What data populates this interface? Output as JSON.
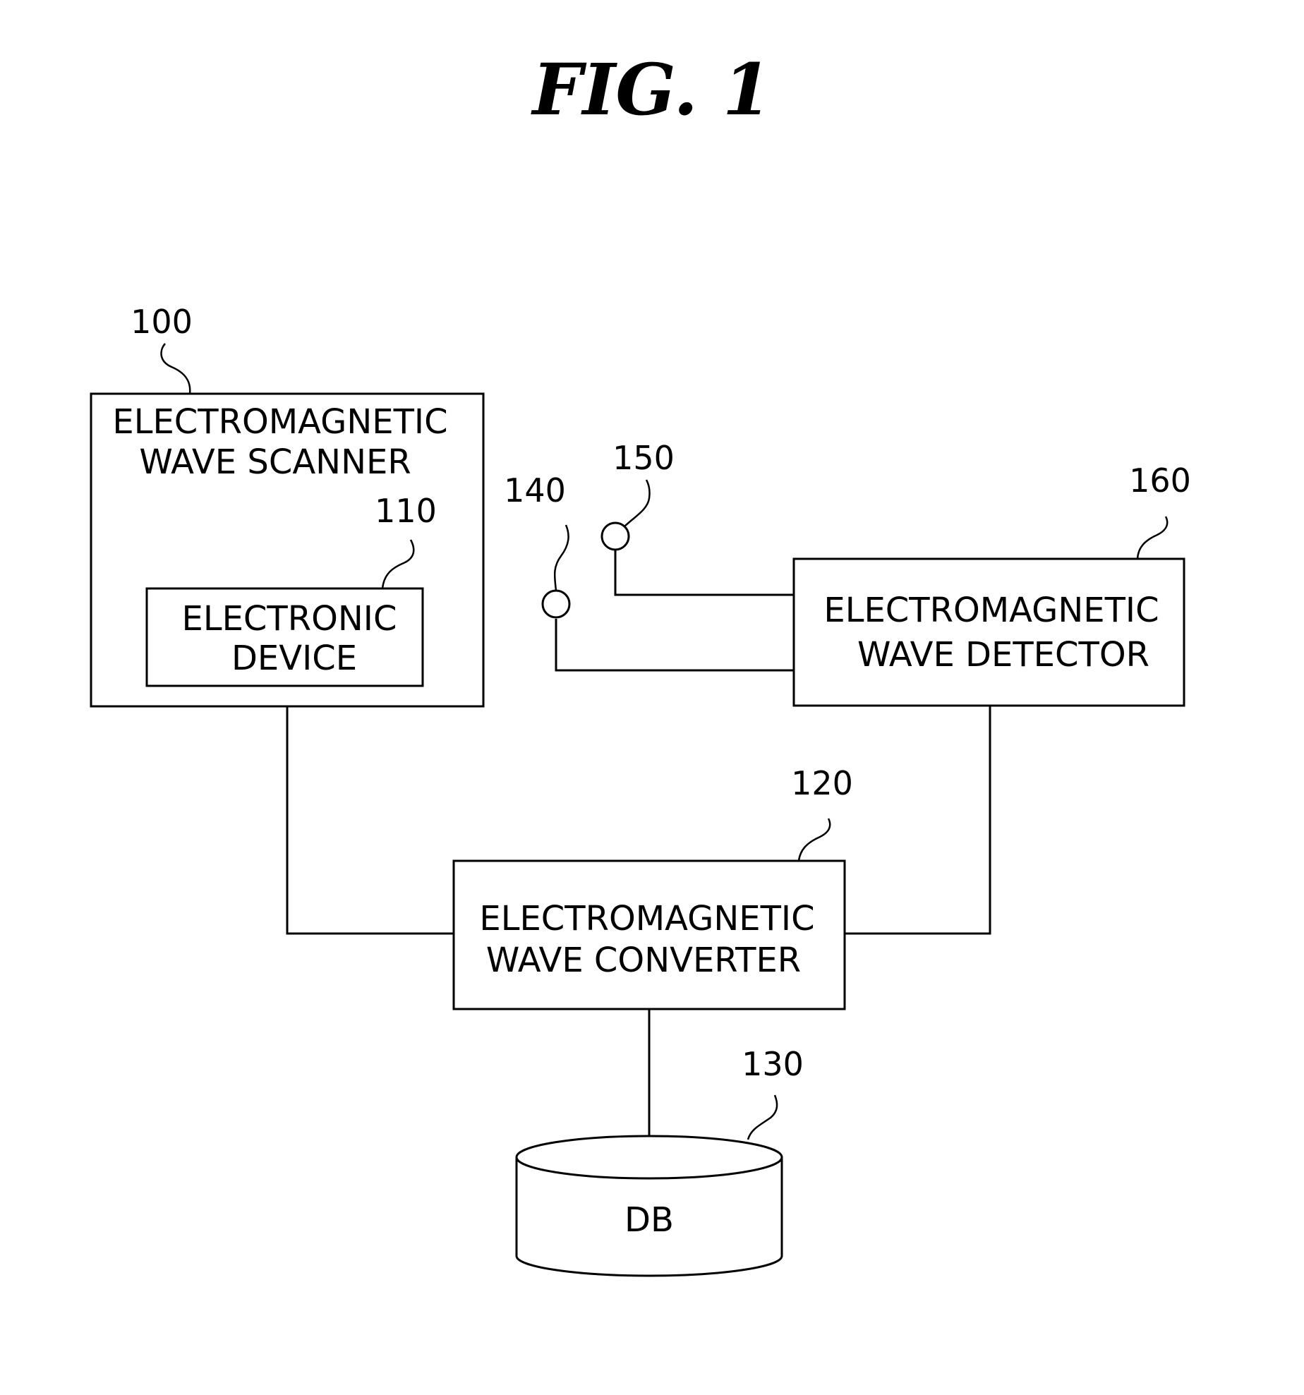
{
  "figure": {
    "title": "FIG. 1"
  },
  "blocks": {
    "scanner": {
      "ref": "100",
      "line1": "ELECTROMAGNETIC",
      "line2": "WAVE SCANNER"
    },
    "device": {
      "ref": "110",
      "line1": "ELECTRONIC",
      "line2": "DEVICE"
    },
    "converter": {
      "ref": "120",
      "line1": "ELECTROMAGNETIC",
      "line2": "WAVE CONVERTER"
    },
    "db": {
      "ref": "130",
      "label": "DB"
    },
    "probe_a": {
      "ref": "140"
    },
    "probe_b": {
      "ref": "150"
    },
    "detector": {
      "ref": "160",
      "line1": "ELECTROMAGNETIC",
      "line2": "WAVE DETECTOR"
    }
  }
}
